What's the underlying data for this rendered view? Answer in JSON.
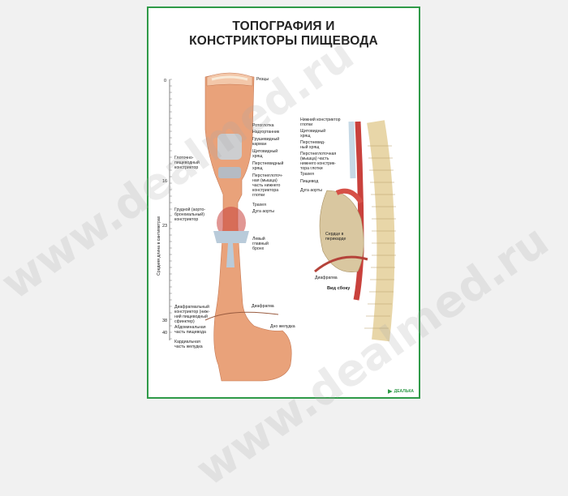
{
  "poster": {
    "title": "ТОПОГРАФИЯ И\nКОНСТРИКТОРЫ ПИЩЕВОДА",
    "axis": {
      "title": "Средняя длина в сантиметрах",
      "ticks": [
        "0",
        "16",
        "23",
        "38",
        "40"
      ]
    },
    "front_labels_right": [
      "Резцы",
      "Ротоглотка",
      "Надгортанник",
      "Грушевидный\nкарман",
      "Щитовидный\nхрящ",
      "Перстневидный\nхрящ",
      "Перстнеглоточ-\nная (мышца)\nчасть нижнего\nконстриктора\nглотки",
      "Трахея",
      "Дуга аорты",
      "Левый\nглавный\nбронх",
      "Диафрагма",
      "Дно желудка"
    ],
    "front_labels_left": [
      "Глоточно-\nпищеводный\nконстриктор",
      "Грудной (аорто-\nбронхиальный)\nконстриктор",
      "Диафрагмальный\nконстриктор (ниж-\nний пищеводный\nсфинктер)",
      "Абдоминальная\nчасть пищевода",
      "Кардиальная\nчасть желудка"
    ],
    "side_labels": [
      "Нижний констриктор\nглотки",
      "Щитовидный\nхрящ",
      "Перстневид-\nный хрящ",
      "Перстнеглоточная\n(мышца) часть\nнижнего констрик-\nтора глотки",
      "Трахея",
      "Пищевод",
      "Дуга аорты",
      "Сердце в\nперикарде",
      "Диафрагма"
    ],
    "side_caption": "Вид сбоку",
    "logo_text": "ДЕАЛЬКА"
  },
  "watermark": "www.dealmed.ru",
  "colors": {
    "frame": "#2f9a48",
    "esophagus": "#e9a27a",
    "muscle": "#c9413c",
    "spine": "#e8d6a8",
    "trachea": "#c6d9e6"
  }
}
